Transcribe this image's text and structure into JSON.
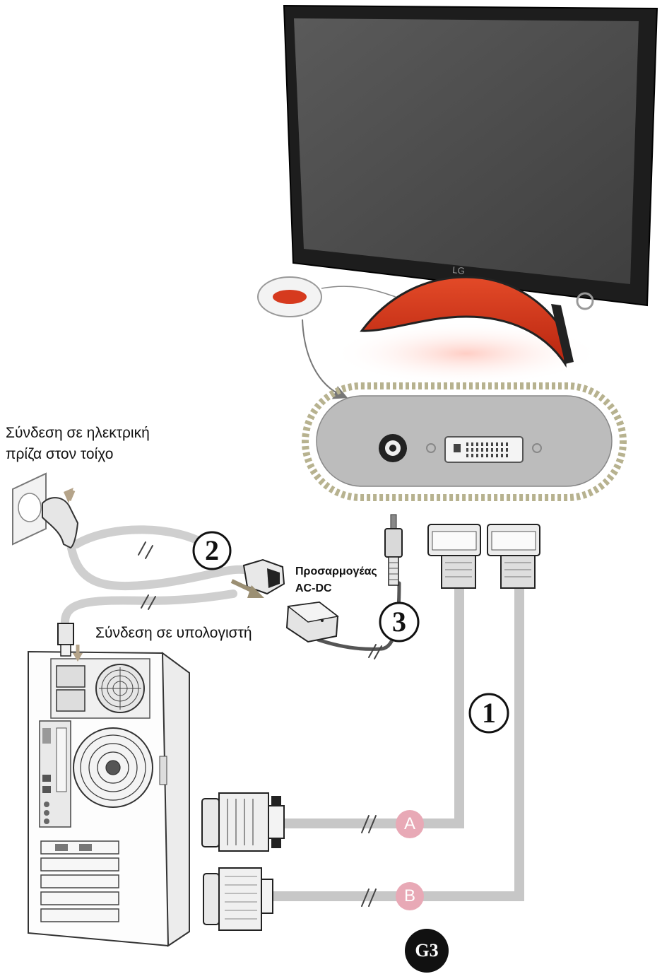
{
  "labels": {
    "wall_outlet_line1": "Σύνδεση σε ηλεκτρική",
    "wall_outlet_line2": "πρίζα στον τοίχο",
    "computer": "Σύνδεση σε υπολογιστή",
    "adapter_line1": "Προσαρμογέας",
    "adapter_line2": "AC-DC"
  },
  "callouts": {
    "n1": "1",
    "n2": "2",
    "n3": "3",
    "a": "A",
    "b": "B"
  },
  "figure_tag": "G3",
  "monitor_logo": "LG",
  "colors": {
    "stand_red": "#d63a1e",
    "cable_gray": "#bdbdbd",
    "callout_pink": "#e8a9b6",
    "screen_dark": "#4d4d4d"
  }
}
